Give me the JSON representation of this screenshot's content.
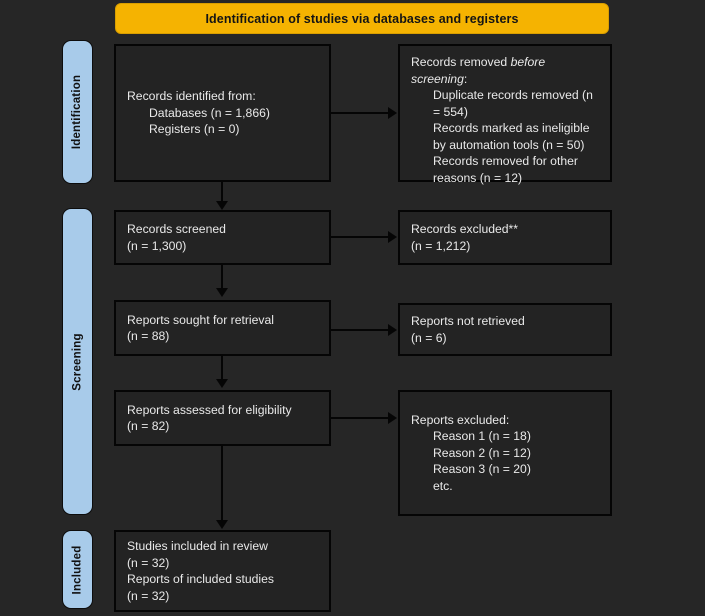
{
  "banner": {
    "title": "Identification of studies via databases and registers",
    "color": "#F5B301"
  },
  "theme": {
    "background": "#262626",
    "box_fill": "#232323",
    "box_border": "#050505",
    "text": "#E9E9E9",
    "stage_fill": "#A8CBEA"
  },
  "stages": [
    {
      "label": "Identification"
    },
    {
      "label": "Screening"
    },
    {
      "label": "Included"
    }
  ],
  "boxes": {
    "identified": {
      "line1": "Records identified from:",
      "line2": "Databases (n = 1,866)",
      "line3": "Registers (n = 0)"
    },
    "removed_before_screening": {
      "line1_prefix": "Records removed ",
      "line1_italic": "before screening",
      "line1_suffix": ":",
      "line2": "Duplicate records removed (n = 554)",
      "line3": "Records marked as ineligible by automation tools (n = 50)",
      "line4": "Records removed for other reasons (n = 12)"
    },
    "records_screened": {
      "line1": "Records screened",
      "line2": "(n = 1,300)"
    },
    "records_excluded": {
      "line1": "Records excluded**",
      "line2": "(n = 1,212)"
    },
    "reports_sought": {
      "line1": "Reports sought for retrieval",
      "line2": "(n = 88)"
    },
    "reports_not_retrieved": {
      "line1": "Reports not retrieved",
      "line2": "(n = 6)"
    },
    "reports_assessed": {
      "line1": "Reports assessed for eligibility",
      "line2": "(n = 82)"
    },
    "reports_excluded": {
      "line1": "Reports excluded:",
      "line2": "Reason 1 (n = 18)",
      "line3": "Reason 2 (n = 12)",
      "line4": "Reason 3 (n = 20)",
      "line5": "etc."
    },
    "included": {
      "line1": "Studies included in review",
      "line2": "(n = 32)",
      "line3": "Reports of included studies",
      "line4": "(n = 32)"
    }
  }
}
